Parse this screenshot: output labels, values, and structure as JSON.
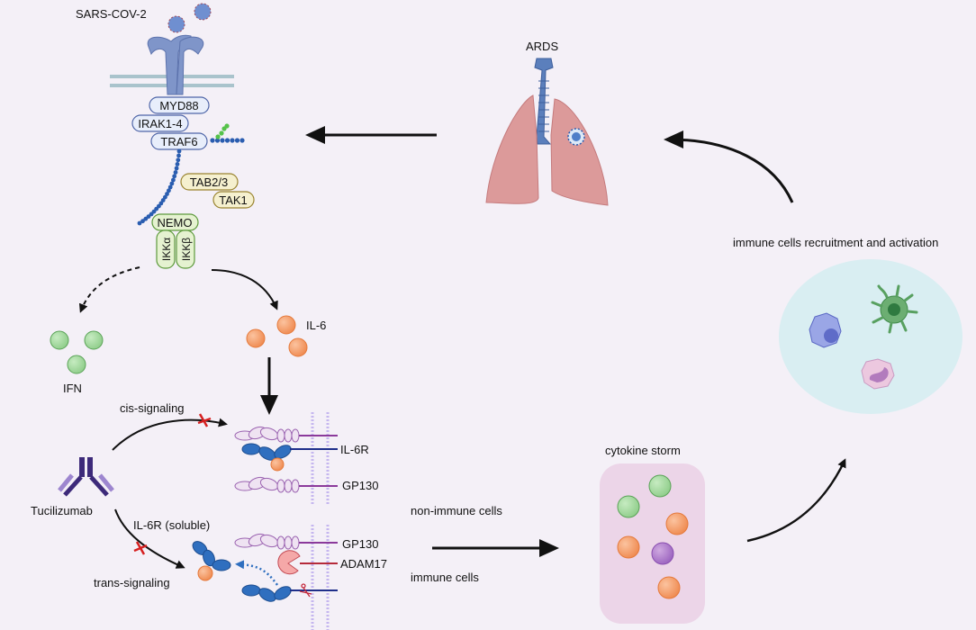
{
  "title": "IL-6 signaling in SARS-CoV-2 cytokine storm and Tocilizumab blockade",
  "labels": {
    "virus": "SARS-COV-2",
    "myd88": "MYD88",
    "irak": "IRAK1-4",
    "traf6": "TRAF6",
    "tab23": "TAB2/3",
    "tak1": "TAK1",
    "nemo": "NEMO",
    "ikka": "IKKα",
    "ikkb": "IKKβ",
    "ifn": "IFN",
    "il6": "IL-6",
    "cis": "cis-signaling",
    "trans": "trans-signaling",
    "drug": "Tucilizumab",
    "il6r_soluble": "IL-6R (soluble)",
    "il6r": "IL-6R",
    "gp130_top": "GP130",
    "gp130_bottom": "GP130",
    "adam17": "ADAM17",
    "non_immune": "non-immune cells",
    "immune": "immune cells",
    "storm": "cytokine storm",
    "recruit": "immune cells recruitment and activation",
    "ards": "ARDS"
  },
  "colors": {
    "background": "#f4f0f7",
    "receptor_blue": "#7f95c9",
    "chain_blue": "#2a5db0",
    "ifn_green": "#8fcd8a",
    "il6_orange": "#f08c55",
    "lung_pink": "#dc9a9a",
    "storm_box": "#ecd5e8",
    "immune_oval": "#d9eef2",
    "inhibit_red": "#d62020",
    "antibody_purple": "#3d2a7a"
  }
}
